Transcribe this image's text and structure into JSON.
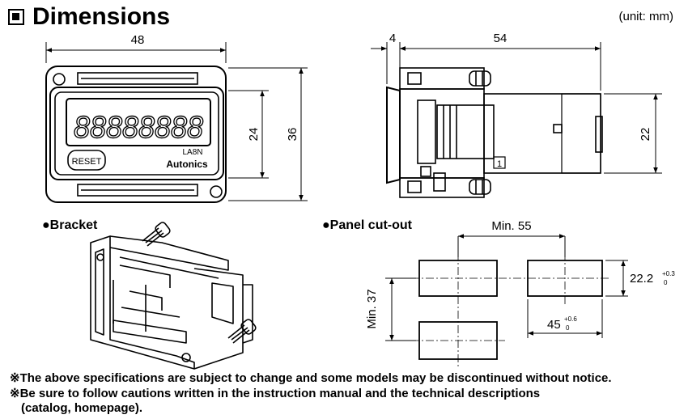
{
  "header": {
    "title": "Dimensions",
    "unit": "(unit: mm)"
  },
  "front_view": {
    "width_dim": "48",
    "height_dim": "36",
    "window_dim": "24",
    "display_digits": "88888888",
    "model_label": "LA8N",
    "brand": "Autonics",
    "reset_label": "RESET"
  },
  "side_view": {
    "depth_front": "4",
    "depth": "54",
    "height_dim": "22",
    "terminal_label": "1"
  },
  "bracket": {
    "label": "●Bracket"
  },
  "cutout": {
    "label": "●Panel cut-out",
    "min_h": "Min. 55",
    "min_v": "Min. 37",
    "height": "22.2",
    "height_tol_up": "+0.3",
    "height_tol_low": "0",
    "width": "45",
    "width_tol_up": "+0.6",
    "width_tol_low": "0"
  },
  "notes": [
    "※The above specifications are subject to change and some models may be discontinued without notice.",
    "※Be sure to follow cautions written in the instruction manual and the technical descriptions",
    "(catalog, homepage)."
  ]
}
